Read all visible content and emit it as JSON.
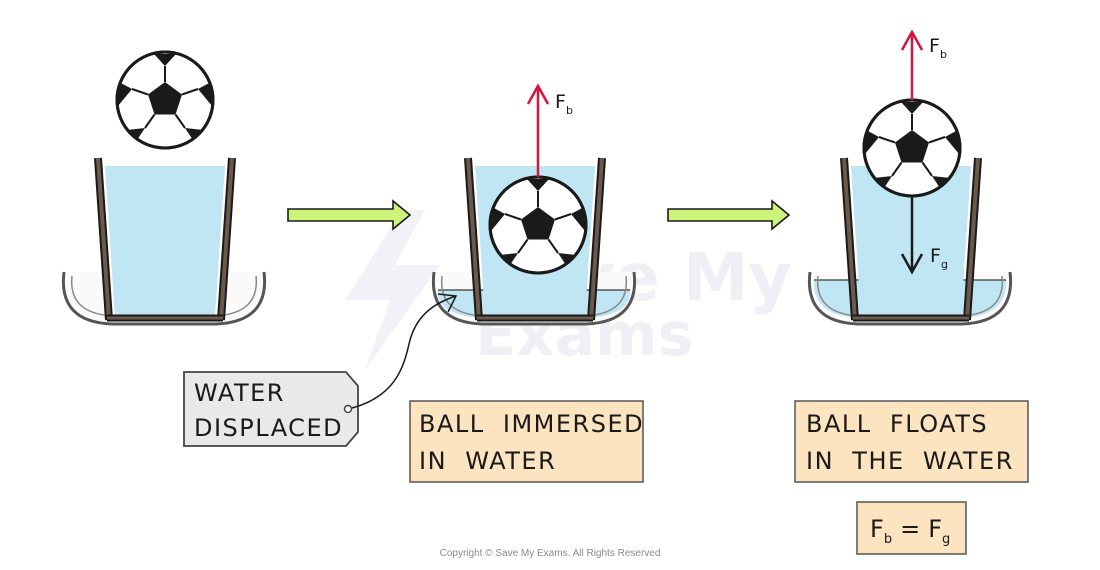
{
  "watermark": {
    "line1": "Save My",
    "line2": "Exams"
  },
  "labels": {
    "water_displaced": [
      "WATER",
      "DISPLACED"
    ],
    "ball_immersed": [
      "BALL  IMMERSED",
      "IN  WATER"
    ],
    "ball_floats": [
      "BALL  FLOATS",
      "IN  THE  WATER"
    ]
  },
  "forces": {
    "buoyancy": {
      "symbol": "F",
      "subscript": "b"
    },
    "gravity": {
      "symbol": "F",
      "subscript": "g"
    }
  },
  "equation": {
    "lhs": "F",
    "lhs_sub": "b",
    "op": "=",
    "rhs": "F",
    "rhs_sub": "g"
  },
  "copyright": "Copyright © Save My Exams. All Rights Reserved",
  "colors": {
    "water": "#bfe6f2",
    "glass_wall": "#6b5a4c",
    "arrow_fill": "#ccf37a",
    "force_arrow": "#d4143c",
    "label_box": "#fde4c0",
    "tag_fill": "#e9e9e9"
  }
}
